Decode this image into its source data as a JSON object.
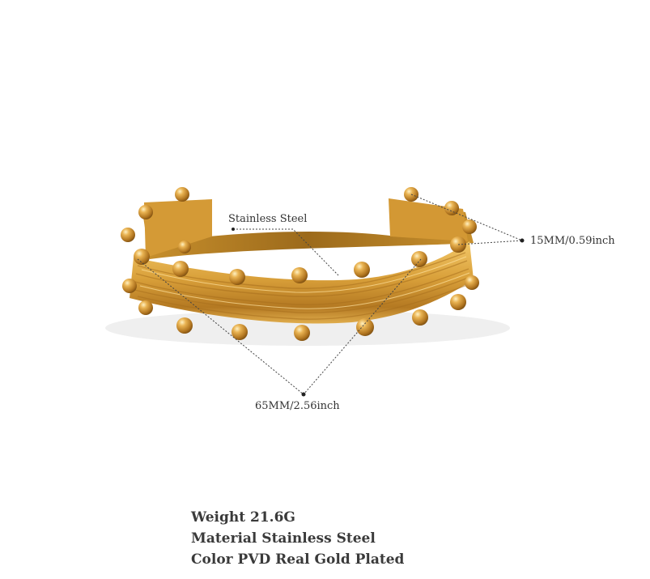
{
  "annotations": {
    "material": "Stainless Steel",
    "height": "15MM/0.59inch",
    "width": "65MM/2.56inch"
  },
  "specs": {
    "weight": "Weight 21.6G",
    "material": "Material Stainless Steel",
    "color": "Color PVD Real Gold Plated"
  },
  "colors": {
    "gold_light": "#f2c463",
    "gold_mid": "#d39a30",
    "gold_dark": "#8a5a14",
    "line": "#444444"
  }
}
